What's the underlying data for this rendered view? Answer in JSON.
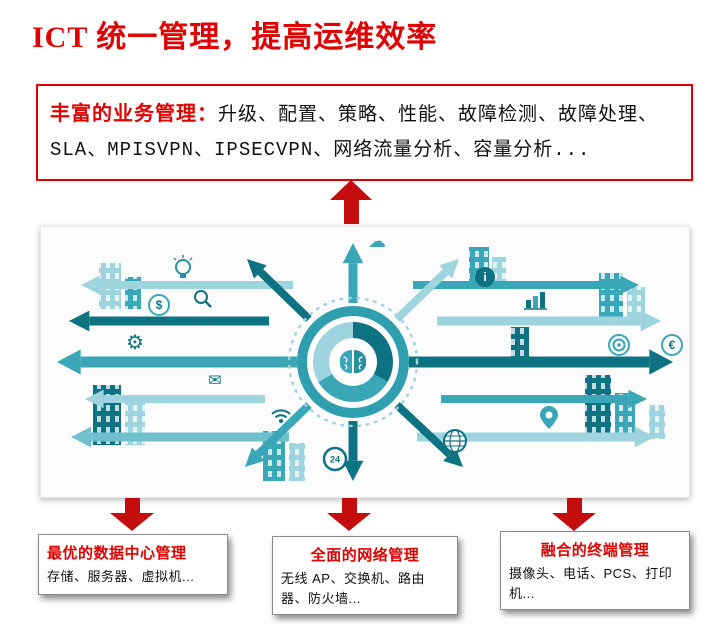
{
  "page": {
    "title": "ICT 统一管理，提高运维效率"
  },
  "business_box": {
    "label": "丰富的业务管理：",
    "content": "升级、配置、策略、性能、故障检测、故障处理、SLA、MPISVPN、IPSECVPN、网络流量分析、容量分析..."
  },
  "illustration": {
    "description": "ICT hub-and-spoke illustration: central brain hub with radiating teal arrows, city buildings and service icons",
    "glyphs": {
      "clock_label": "24",
      "dollar": "$",
      "euro": "€",
      "info": "i"
    },
    "icon_glyphs": {
      "gear": "⚙",
      "cloud": "☁",
      "envelope": "✉"
    }
  },
  "bottom_boxes": [
    {
      "title": "最优的数据中心管理",
      "content": "存储、服务器、虚拟机..."
    },
    {
      "title": "全面的网络管理",
      "content": "无线 AP、交换机、路由器、防火墙..."
    },
    {
      "title": "融合的终端管理",
      "content": "摄像头、电话、PCS、打印机..."
    }
  ],
  "colors": {
    "accent_red": "#c40d0d",
    "title_red": "#e00000",
    "teal_dark": "#0d7282",
    "teal": "#3aa7b8",
    "teal_light": "#9ed4dd"
  }
}
